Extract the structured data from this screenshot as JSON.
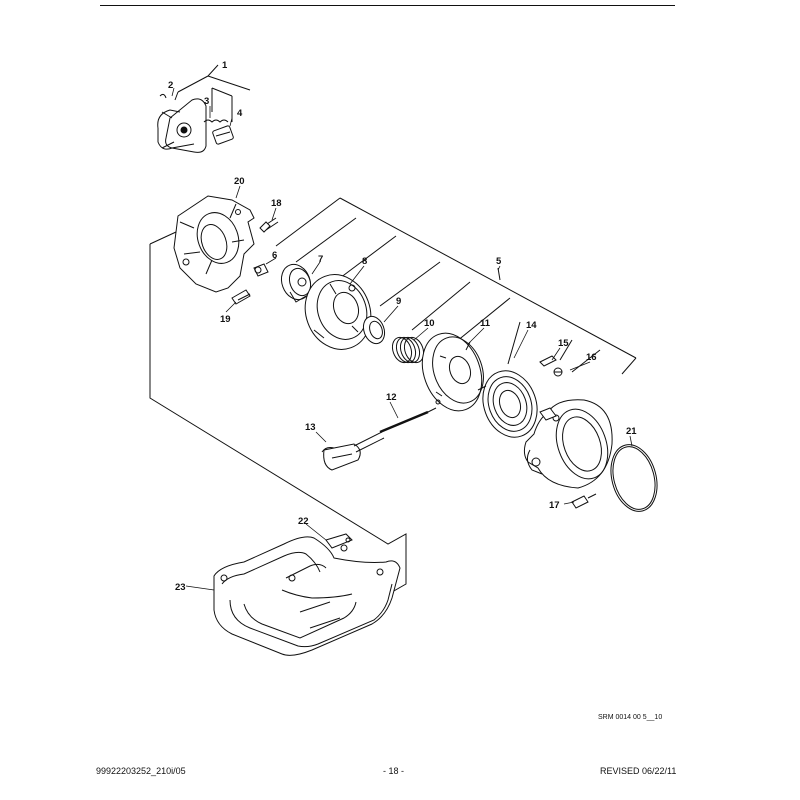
{
  "diagram": {
    "drawing_code": "SRM 0014 00 5__10",
    "callouts": [
      "1",
      "2",
      "3",
      "4",
      "5",
      "6",
      "7",
      "8",
      "9",
      "10",
      "11",
      "12",
      "13",
      "14",
      "15",
      "16",
      "17",
      "18",
      "19",
      "20",
      "21",
      "22",
      "23"
    ]
  },
  "footer": {
    "doc_id": "99922203252_210i/05",
    "page_number": "- 18 -",
    "revised": "REVISED 06/22/11"
  }
}
